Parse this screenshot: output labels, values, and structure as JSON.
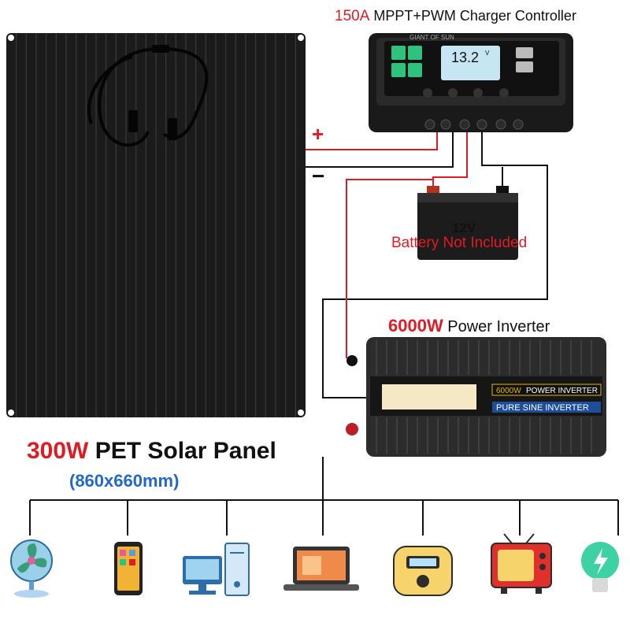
{
  "controller": {
    "rating": "150A",
    "title_rest": " MPPT+PWM Charger Controller",
    "brand": "GIANT OF SUN",
    "display_value": "13.2",
    "display_unit": "V"
  },
  "wiring": {
    "plus": "+",
    "minus": "−"
  },
  "battery": {
    "voltage": "12V",
    "note": "Battery Not Included"
  },
  "inverter": {
    "rating": "6000W",
    "title_rest": " Power Inverter",
    "badge_rating": "6000W",
    "badge_text": "POWER INVERTER",
    "badge_sub": "PURE SINE INVERTER"
  },
  "panel": {
    "rating": "300W",
    "title_rest": " PET Solar Panel",
    "size": "(860x660mm)"
  },
  "devices": [
    {
      "name": "fan"
    },
    {
      "name": "phone"
    },
    {
      "name": "computer"
    },
    {
      "name": "laptop"
    },
    {
      "name": "rice-cooker"
    },
    {
      "name": "tv"
    },
    {
      "name": "bulb"
    }
  ],
  "colors": {
    "red": "#e01b24",
    "blue": "#2367c9",
    "panel": "#1b1b1b",
    "cell_line": "#3a3a3a"
  }
}
